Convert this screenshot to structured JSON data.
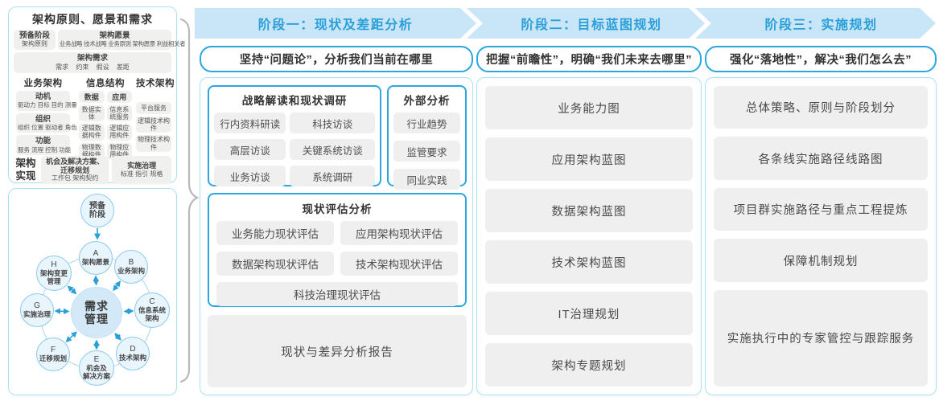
{
  "colors": {
    "accent_blue": "#2aa7e0",
    "banner_bg": "#c8e6f7",
    "banner_text": "#2b9fd9",
    "panel_border": "#ade0f7",
    "box_gray": "#efefef"
  },
  "left": {
    "title": "架构原则、愿景和需求",
    "prep": {
      "title": "预备阶段",
      "sub": "架构原则"
    },
    "vision": {
      "title": "架构愿景",
      "sub": "业务战略 技术战略 业务原则 架构愿景 利益相关者"
    },
    "req": {
      "title": "架构需求",
      "sub": "需求 约束 假设 差距"
    },
    "business": {
      "title": "业务架构",
      "rows": [
        {
          "title": "动机",
          "sub": "驱动力 目标 目的 测量"
        },
        {
          "title": "组织",
          "sub": "组织 位置 驱动者 角色"
        },
        {
          "title": "功能",
          "sub": "服务 流程 控制 功能"
        }
      ]
    },
    "info": {
      "title": "信息结构",
      "data": {
        "title": "数据",
        "items": [
          "数据实体",
          "逻辑数据构件",
          "物理数据构件"
        ]
      },
      "app": {
        "title": "应用",
        "items": [
          "信息系统服务",
          "逻辑应用构件",
          "物理应用构件"
        ]
      }
    },
    "tech": {
      "title": "技术架构",
      "items": [
        "平台服务",
        "逻辑技术构件",
        "物理技术构件"
      ]
    },
    "impl": {
      "label": "架构实现",
      "opp": {
        "title": "机会及解决方案、迁移规划",
        "sub": "工作包 架构契约"
      },
      "gov": {
        "title": "实施治理",
        "sub": "标准 指引 规格"
      }
    }
  },
  "adm": {
    "prep": {
      "line1": "预备",
      "line2": "阶段"
    },
    "center": {
      "line1": "需求",
      "line2": "管理"
    },
    "nodes": [
      {
        "letter": "A",
        "line1": "架构愿景",
        "line2": ""
      },
      {
        "letter": "B",
        "line1": "业务架构",
        "line2": ""
      },
      {
        "letter": "C",
        "line1": "信息系统",
        "line2": "架构"
      },
      {
        "letter": "D",
        "line1": "技术架构",
        "line2": ""
      },
      {
        "letter": "E",
        "line1": "机会及",
        "line2": "解决方案"
      },
      {
        "letter": "F",
        "line1": "迁移规划",
        "line2": ""
      },
      {
        "letter": "G",
        "line1": "实施治理",
        "line2": ""
      },
      {
        "letter": "H",
        "line1": "架构变更",
        "line2": "管理"
      }
    ]
  },
  "phase1": {
    "banner": "阶段一：现状及差距分析",
    "quote": "坚持“问题论”，分析我们当前在哪里",
    "survey": {
      "title": "战略解读和现状调研",
      "items": [
        "行内资料研读",
        "科技访谈",
        "高层访谈",
        "关键系统访谈",
        "业务访谈",
        "系统调研"
      ]
    },
    "external": {
      "title": "外部分析",
      "items": [
        "行业趋势",
        "监管要求",
        "同业实践"
      ]
    },
    "assessment": {
      "title": "现状评估分析",
      "items": [
        "业务能力现状评估",
        "应用架构现状评估",
        "数据架构现状评估",
        "技术架构现状评估",
        "科技治理现状评估"
      ]
    },
    "report": "现状与差异分析报告"
  },
  "phase2": {
    "banner": "阶段二：目标蓝图规划",
    "quote": "把握“前瞻性”，明确“我们未来去哪里”",
    "items": [
      "业务能力图",
      "应用架构蓝图",
      "数据架构蓝图",
      "技术架构蓝图",
      "IT治理规划",
      "架构专题规划"
    ]
  },
  "phase3": {
    "banner": "阶段三：实施规划",
    "quote": "强化“落地性”，解决“我们怎么去”",
    "items": [
      "总体策略、原则与阶段划分",
      "各条线实施路径线路图",
      "项目群实施路径与重点工程提炼",
      "保障机制规划",
      "实施执行中的专家管控与跟踪服务"
    ]
  }
}
